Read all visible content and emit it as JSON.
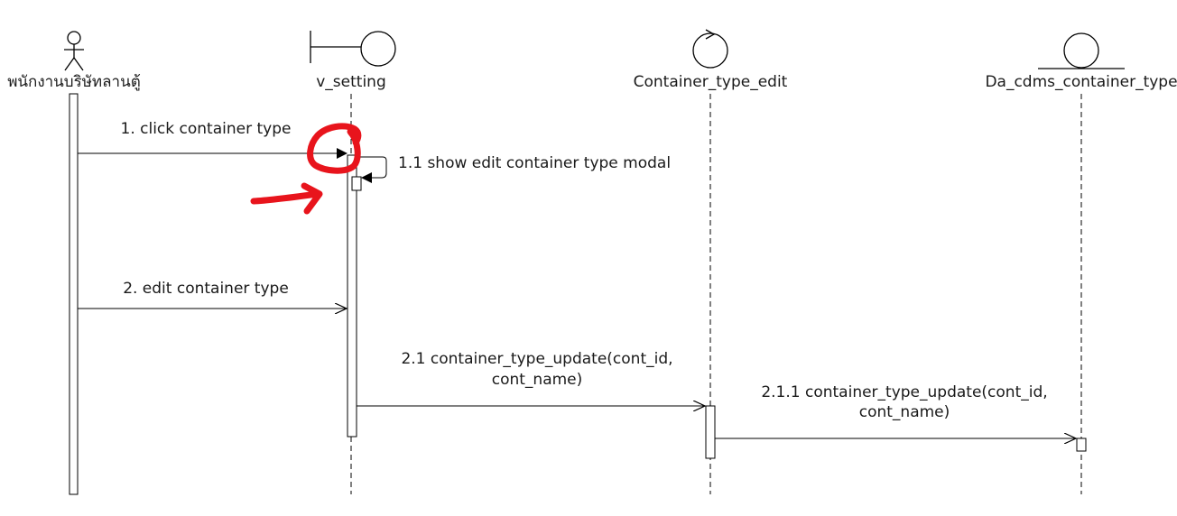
{
  "participants": [
    {
      "label": "พนักงานบริษัทลานตู้",
      "kind": "actor-icon"
    },
    {
      "label": "v_setting",
      "kind": "boundary-icon"
    },
    {
      "label": "Container_type_edit",
      "kind": "control-icon"
    },
    {
      "label": "Da_cdms_container_type",
      "kind": "entity-icon"
    }
  ],
  "messages": [
    {
      "label": "1. click container type"
    },
    {
      "label": "1.1 show edit container type modal"
    },
    {
      "label": "2. edit container type"
    },
    {
      "label_line1": "2.1 container_type_update(cont_id,",
      "label_line2": "cont_name)"
    },
    {
      "label_line1": "2.1.1 container_type_update(cont_id,",
      "label_line2": "cont_name)"
    }
  ],
  "annotations": {
    "color": "#e8141c",
    "marks": [
      "circle-scribble",
      "arrow-scribble"
    ]
  }
}
